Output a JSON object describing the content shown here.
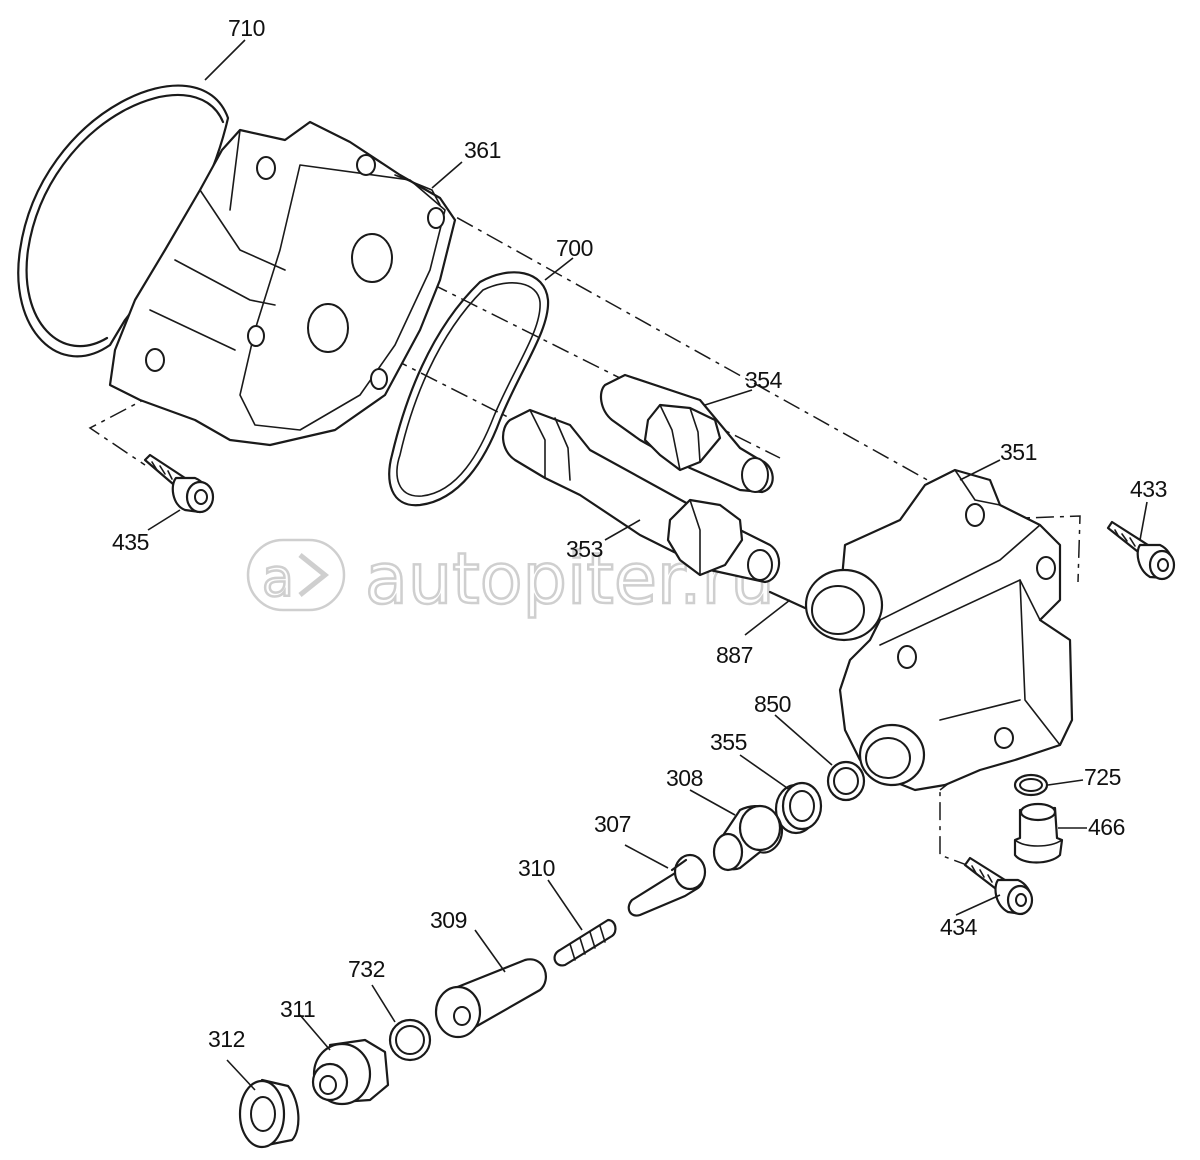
{
  "watermark": {
    "text": "autopiter.ru"
  },
  "callouts": [
    {
      "id": "710",
      "text": "710"
    },
    {
      "id": "361",
      "text": "361"
    },
    {
      "id": "700",
      "text": "700"
    },
    {
      "id": "354",
      "text": "354"
    },
    {
      "id": "351",
      "text": "351"
    },
    {
      "id": "433",
      "text": "433"
    },
    {
      "id": "435",
      "text": "435"
    },
    {
      "id": "353",
      "text": "353"
    },
    {
      "id": "887",
      "text": "887"
    },
    {
      "id": "850",
      "text": "850"
    },
    {
      "id": "355",
      "text": "355"
    },
    {
      "id": "308",
      "text": "308"
    },
    {
      "id": "307",
      "text": "307"
    },
    {
      "id": "310",
      "text": "310"
    },
    {
      "id": "309",
      "text": "309"
    },
    {
      "id": "732",
      "text": "732"
    },
    {
      "id": "311",
      "text": "311"
    },
    {
      "id": "312",
      "text": "312"
    },
    {
      "id": "725",
      "text": "725"
    },
    {
      "id": "466",
      "text": "466"
    },
    {
      "id": "434",
      "text": "434"
    }
  ]
}
